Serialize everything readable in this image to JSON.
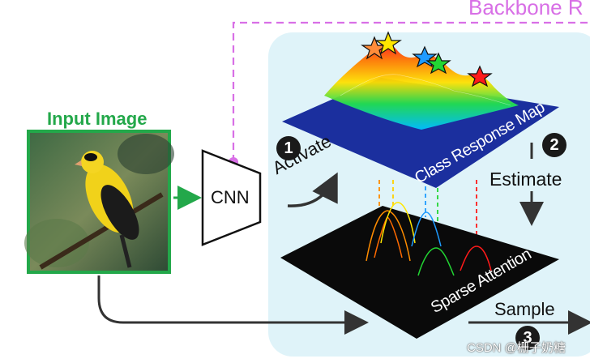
{
  "title": "Backbone R",
  "input_image": {
    "label": "Input Image"
  },
  "network": {
    "label": "CNN"
  },
  "steps": [
    {
      "number": "1",
      "label": "Activate"
    },
    {
      "number": "2",
      "label": "Estimate"
    },
    {
      "number": "3",
      "label": "Sample"
    }
  ],
  "maps": {
    "class_response": "Class Response Map",
    "sparse_attention": "Sparse Attention"
  },
  "watermark": "CSDN @栅子奶糖",
  "colors": {
    "backbone": "#d86fe6",
    "input_border": "#23a84a",
    "panel": "#dff3f9",
    "response_plane": "#1b2f9e",
    "attention_plane": "#0a0a0a",
    "peaks": [
      "#ff8c00",
      "#ffe600",
      "#1e9bff",
      "#22d633",
      "#ff1a1a"
    ]
  },
  "icons": [
    "star-icon",
    "arrow-icon",
    "bird-photo"
  ]
}
